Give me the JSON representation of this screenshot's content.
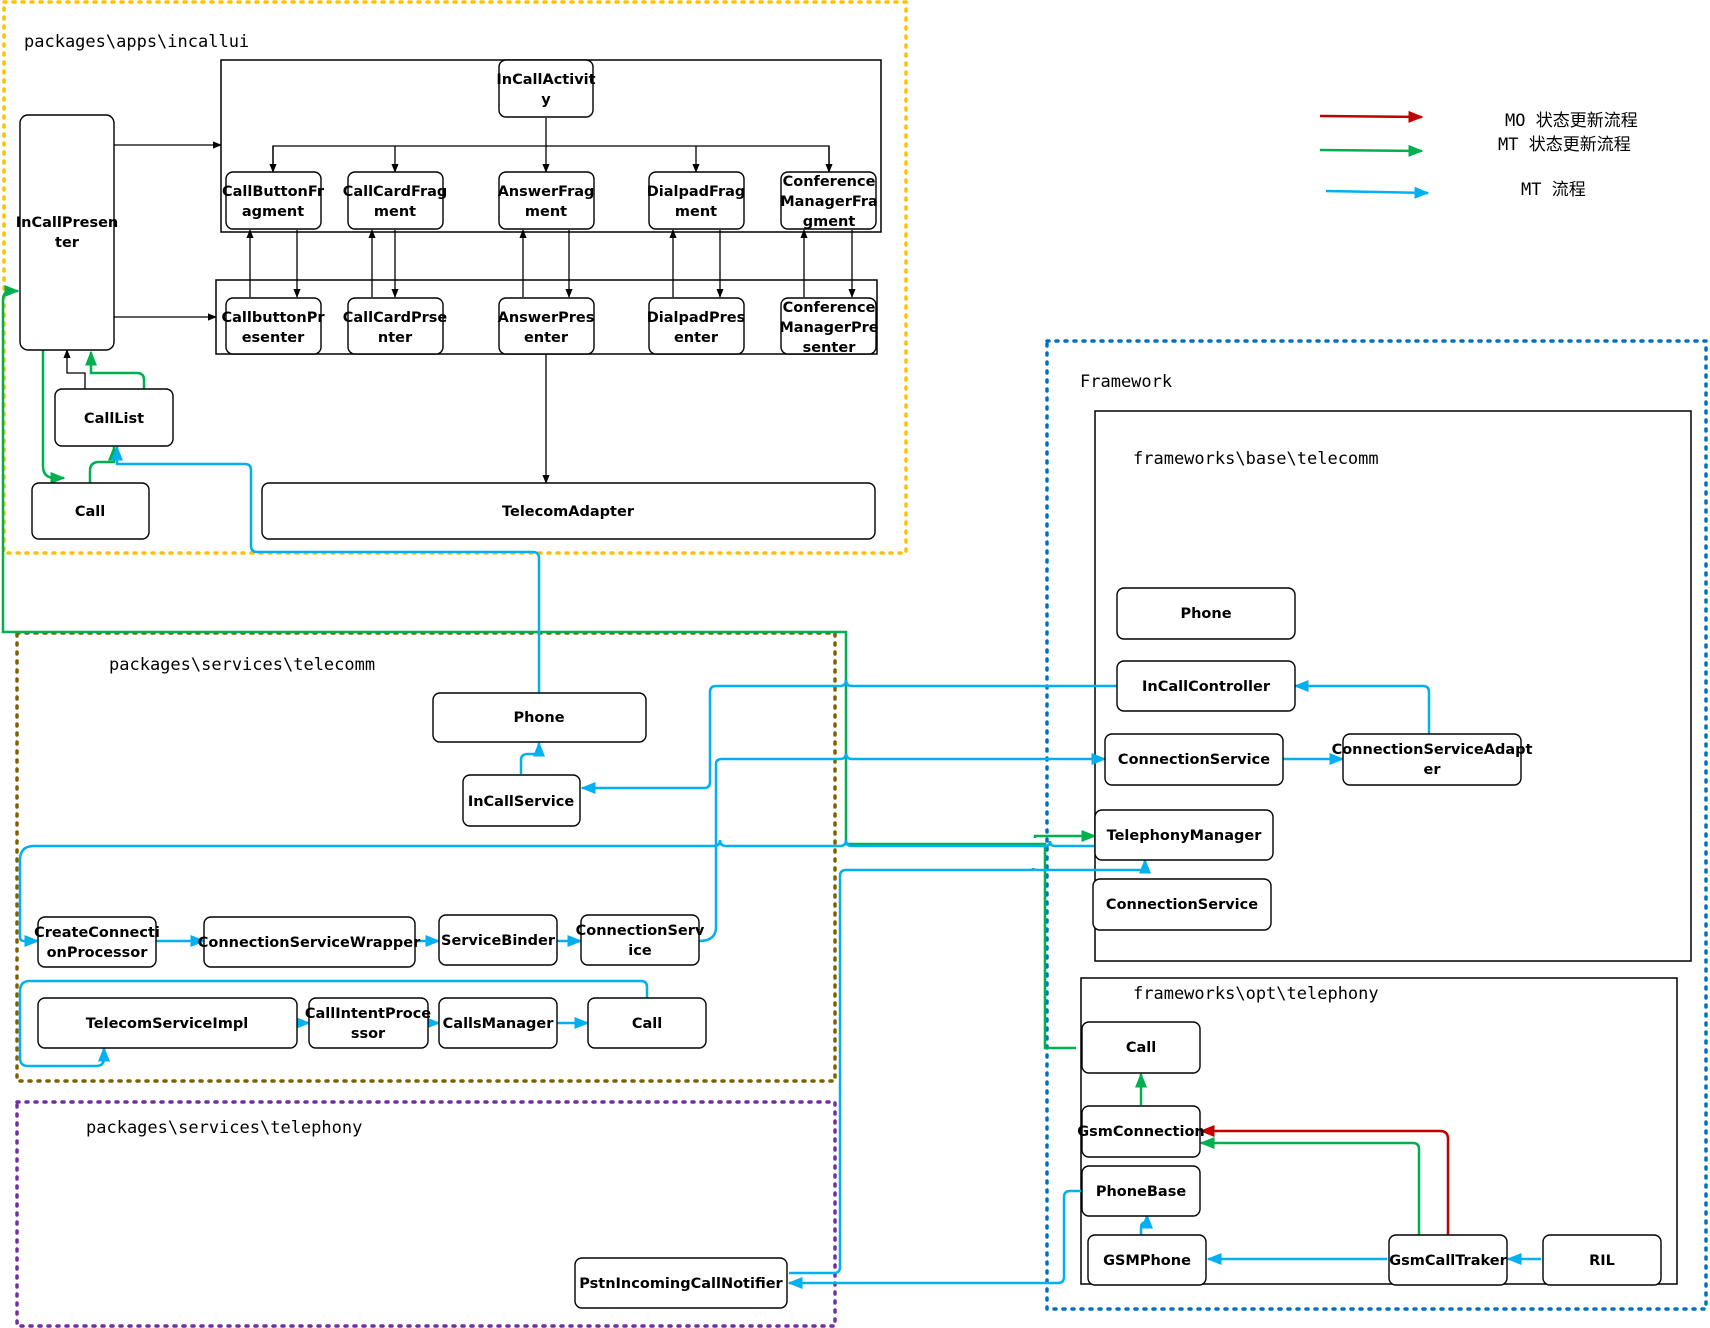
{
  "colors": {
    "mo_red": "#c00000",
    "mt_green": "#00b050",
    "mt_blue": "#00b0f0",
    "black": "#000000",
    "group_incallui": "#ffc000",
    "group_services_telecomm": "#7f6000",
    "group_services_telephony": "#7030a0",
    "group_framework": "#0070c0"
  },
  "groups": {
    "incallui": "packages\\apps\\incallui",
    "services_telecomm": "packages\\services\\telecomm",
    "services_telephony": "packages\\services\\telephony",
    "framework": "Framework",
    "base_telecomm": "frameworks\\base\\telecomm",
    "opt_telephony": "frameworks\\opt\\telephony"
  },
  "legend": {
    "mo_update": "MO  状态更新流程",
    "mt_update": "MT  状态更新流程",
    "mt_flow": "MT  流程"
  },
  "nodes": {
    "incall_activity": [
      "InCallActivit",
      "y"
    ],
    "incall_presenter": [
      "InCallPresen",
      "ter"
    ],
    "callbutton_fragment": [
      "CallButtonFr",
      "agment"
    ],
    "callcard_fragment": [
      "CallCardFrag",
      "ment"
    ],
    "answer_fragment": [
      "AnswerFrag",
      "ment"
    ],
    "dialpad_fragment": [
      "DialpadFrag",
      "ment"
    ],
    "conference_fragment": [
      "Conference",
      "ManagerFra",
      "gment"
    ],
    "callbutton_presenter": [
      "CallbuttonPr",
      "esenter"
    ],
    "callcard_presenter": [
      "CallCardPrse",
      "nter"
    ],
    "answer_presenter": [
      "AnswerPres",
      "enter"
    ],
    "dialpad_presenter": [
      "DialpadPres",
      "enter"
    ],
    "conference_presenter": [
      "Conference",
      "ManagerPre",
      "senter"
    ],
    "calllist": [
      "CallList"
    ],
    "ui_call": [
      "Call"
    ],
    "telecom_adapter": [
      "TelecomAdapter"
    ],
    "tc_phone": [
      "Phone"
    ],
    "incall_service": [
      "InCallService"
    ],
    "create_connection_processor": [
      "CreateConnecti",
      "onProcessor"
    ],
    "connection_service_wrapper": [
      "ConnectionServiceWrapper"
    ],
    "service_binder": [
      "ServiceBinder"
    ],
    "tc_connection_service": [
      "ConnectionServ",
      "ice"
    ],
    "telecom_service_impl": [
      "TelecomServiceImpl"
    ],
    "call_intent_processor": [
      "CallIntentProce",
      "ssor"
    ],
    "calls_manager": [
      "CallsManager"
    ],
    "tc_call": [
      "Call"
    ],
    "pstn_notifier": [
      "PstnIncomingCallNotifier"
    ],
    "fw_phone": [
      "Phone"
    ],
    "incall_controller": [
      "InCallController"
    ],
    "fw_connection_service": [
      "ConnectionService"
    ],
    "connection_service_adapter": [
      "ConnectionServiceAdapt",
      "er"
    ],
    "telephony_manager": [
      "TelephonyManager"
    ],
    "fw_connection_service_2": [
      "ConnectionService"
    ],
    "opt_call": [
      "Call"
    ],
    "gsm_connection": [
      "GsmConnection"
    ],
    "phone_base": [
      "PhoneBase"
    ],
    "gsm_phone": [
      "GSMPhone"
    ],
    "gsm_call_tracker": [
      "GsmCallTraker"
    ],
    "ril": [
      "RIL"
    ]
  }
}
